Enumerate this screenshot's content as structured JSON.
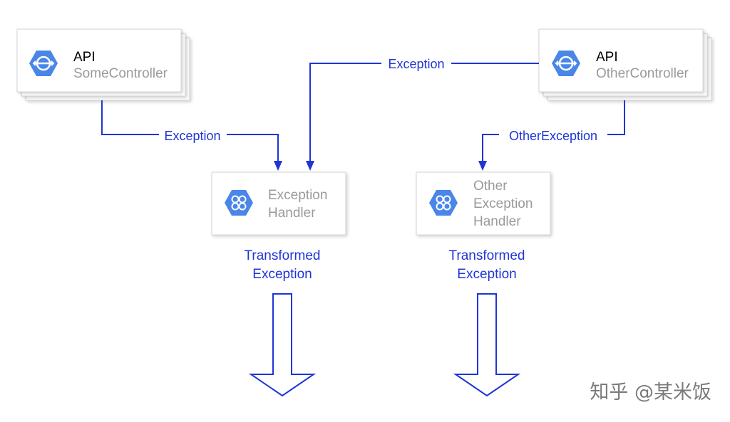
{
  "nodes": {
    "api_some": {
      "line1": "API",
      "line2": "SomeController",
      "icon": "api-gateway-icon"
    },
    "api_other": {
      "line1": "API",
      "line2": "OtherController",
      "icon": "api-gateway-icon"
    },
    "exception_handler": {
      "line1": "Exception",
      "line2": "Handler",
      "icon": "cluster-icon"
    },
    "other_exception_handler": {
      "line1": "Other",
      "line2": "Exception",
      "line3": "Handler",
      "icon": "cluster-icon"
    }
  },
  "edges": {
    "some_to_handler": "Exception",
    "other_to_handler": "Exception",
    "other_to_other_handler": "OtherException"
  },
  "outputs": {
    "left": {
      "line1": "Transformed",
      "line2": "Exception"
    },
    "right": {
      "line1": "Transformed",
      "line2": "Exception"
    }
  },
  "watermark": "知乎 @某米饭",
  "colors": {
    "edge": "#1f35d6",
    "icon": "#4a86e8",
    "node_title": "#000000",
    "node_subtitle": "#9a9a9a"
  }
}
